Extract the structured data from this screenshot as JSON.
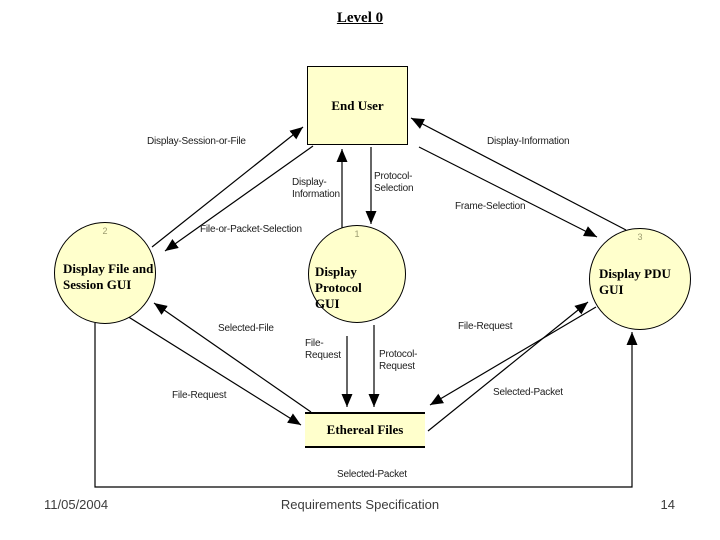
{
  "slide": {
    "title": "Level 0",
    "footer": {
      "date": "11/05/2004",
      "center": "Requirements Specification",
      "page_number": "14"
    }
  },
  "diagram": {
    "colors": {
      "node_fill": "#ffffcc",
      "node_border": "#000000",
      "connector": "#000000",
      "number_label": "#9c9c70"
    },
    "nodes": {
      "end_user": {
        "label": "End User"
      },
      "display_file_session_gui": {
        "number": "2",
        "line1": "Display File and",
        "line2": "Session GUI"
      },
      "display_protocol_gui": {
        "number": "1",
        "line1": "Display Protocol",
        "line2": "GUI"
      },
      "display_pdu_gui": {
        "number": "3",
        "line1": "Display PDU",
        "line2": "GUI"
      },
      "ethereal_files": {
        "label": "Ethereal Files"
      }
    },
    "flows": {
      "display_session_or_file": "Display-Session-or-File",
      "display_information_right": "Display-Information",
      "display_information_center_line1": "Display-",
      "display_information_center_line2": "Information",
      "protocol_selection_line1": "Protocol-",
      "protocol_selection_line2": "Selection",
      "frame_selection": "Frame-Selection",
      "file_or_packet_selection": "File-or-Packet-Selection",
      "selected_file": "Selected-File",
      "file_request_left": "File-Request",
      "file_request_center_line1": "File-",
      "file_request_center_line2": "Request",
      "protocol_request_line1": "Protocol-",
      "protocol_request_line2": "Request",
      "file_request_right": "File-Request",
      "selected_packet_right": "Selected-Packet",
      "selected_packet_bottom": "Selected-Packet"
    }
  }
}
